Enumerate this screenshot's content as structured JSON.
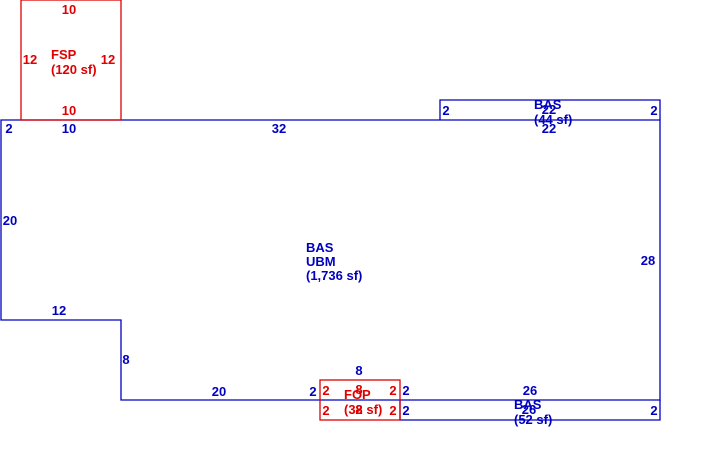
{
  "colors": {
    "main": "#0000c0",
    "porch": "#e00000",
    "background": "#ffffff"
  },
  "areas": {
    "main": {
      "code": "BAS",
      "sub": "UBM",
      "area": "(1,736 sf)"
    },
    "fsp": {
      "code": "FSP",
      "area": "(120 sf)"
    },
    "top_addition": {
      "code": "BAS",
      "area": "(44 sf)",
      "overlap": "22"
    },
    "bottom_addition": {
      "code": "BAS",
      "area": "(52 sf)",
      "overlap": "26"
    },
    "fop": {
      "code": "FOP",
      "area": "(32 sf)",
      "overlap": "8"
    }
  },
  "dimensions": {
    "fsp_top": "10",
    "fsp_left": "12",
    "fsp_right": "12",
    "fsp_bottom": "10",
    "main_left_short": "2",
    "main_top_a": "10",
    "main_top_b": "32",
    "main_left": "20",
    "main_right": "28",
    "main_step_top": "12",
    "main_step_side": "8",
    "main_bottom_a": "20",
    "main_bottom_b": "2",
    "top_add_left": "2",
    "top_add_right": "2",
    "top_add_bottom": "22",
    "bottom_add_left": "2",
    "bottom_add_right": "2",
    "bottom_add_top": "26",
    "fop_top": "8",
    "fop_left_a": "2",
    "fop_left_b": "2",
    "fop_right_a": "2",
    "fop_right_b": "2"
  }
}
